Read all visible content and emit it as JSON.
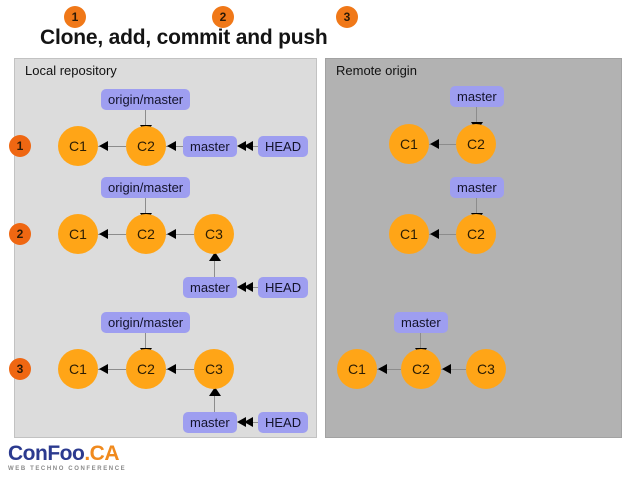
{
  "slide": {
    "title": "Clone, add, commit and push",
    "step_markers": [
      "1",
      "2",
      "3"
    ]
  },
  "panels": {
    "local": {
      "title": "Local repository",
      "rows": [
        {
          "badge": "1",
          "commits": [
            "C1",
            "C2"
          ],
          "refs": [
            "origin/master",
            "master",
            "HEAD"
          ]
        },
        {
          "badge": "2",
          "commits": [
            "C1",
            "C2",
            "C3"
          ],
          "refs": [
            "origin/master",
            "master",
            "HEAD"
          ]
        },
        {
          "badge": "3",
          "commits": [
            "C1",
            "C2",
            "C3"
          ],
          "refs": [
            "origin/master",
            "master",
            "HEAD"
          ]
        }
      ]
    },
    "remote": {
      "title": "Remote origin",
      "rows": [
        {
          "commits": [
            "C1",
            "C2"
          ],
          "refs": [
            "master"
          ]
        },
        {
          "commits": [
            "C1",
            "C2"
          ],
          "refs": [
            "master"
          ]
        },
        {
          "commits": [
            "C1",
            "C2",
            "C3"
          ],
          "refs": [
            "master"
          ]
        }
      ]
    }
  },
  "logo": {
    "name_primary": "ConFoo",
    "name_dot": ".",
    "name_suffix": "CA",
    "tagline": "WEB TECHNO CONFERENCE"
  },
  "colors": {
    "commit_node": "#ffa517",
    "ref_label": "#9e9ef0",
    "step_marker": "#f07818",
    "panel_local_bg": "#dcdcdc",
    "panel_remote_bg": "#b2b2b2",
    "logo_blue": "#2b3a8f",
    "logo_orange": "#f08a1e"
  }
}
